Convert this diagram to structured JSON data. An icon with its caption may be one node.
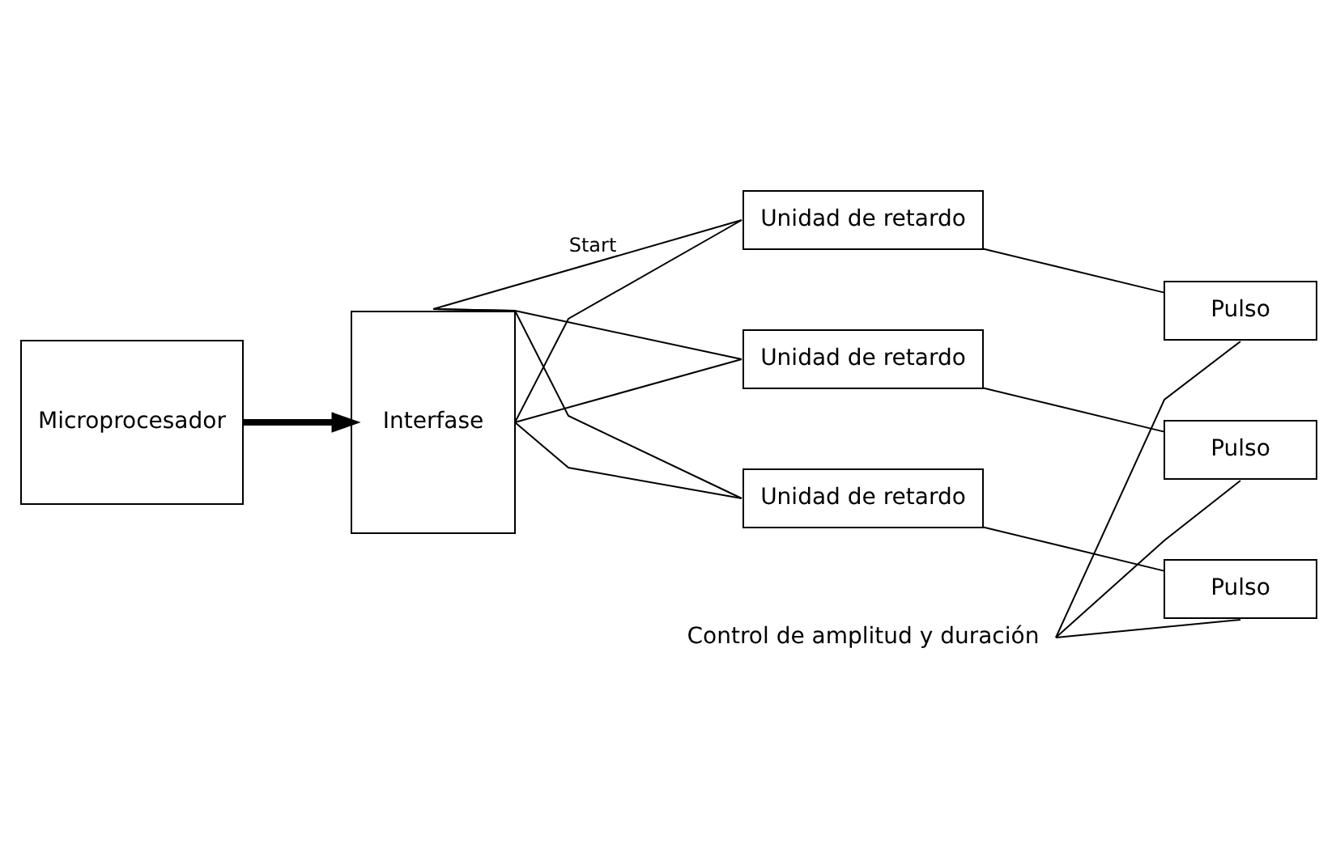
{
  "diagram": {
    "nodes": [
      {
        "text": [
          "Microprocesador"
        ]
      },
      {
        "text": [
          "Interfase"
        ]
      },
      {
        "text": [
          "Unidad de retardo"
        ]
      },
      {
        "text": [
          "Unidad de retardo"
        ]
      },
      {
        "text": [
          "Unidad de retardo"
        ]
      },
      {
        "text": [
          "Pulso"
        ]
      },
      {
        "text": [
          "Pulso"
        ]
      },
      {
        "text": [
          "Pulso"
        ]
      },
      {
        "text": [
          "Control de amplitud y duración"
        ]
      }
    ],
    "edges": [
      {
        "from": 0,
        "to": 1,
        "arrow": "to",
        "style": "thick"
      },
      {
        "from": 1,
        "to": 2,
        "arrow": "none"
      },
      {
        "from": 1,
        "to": 3,
        "arrow": "none"
      },
      {
        "from": 1,
        "to": 4,
        "arrow": "none"
      },
      {
        "from": 1,
        "to": 2,
        "arrow": "none",
        "label": "Start"
      },
      {
        "from": 1,
        "to": 3,
        "arrow": "none"
      },
      {
        "from": 1,
        "to": 4,
        "arrow": "none"
      },
      {
        "from": 2,
        "to": 5,
        "arrow": "none"
      },
      {
        "from": 3,
        "to": 6,
        "arrow": "none"
      },
      {
        "from": 4,
        "to": 7,
        "arrow": "none"
      },
      {
        "from": 8,
        "to": 5,
        "arrow": "none"
      },
      {
        "from": 8,
        "to": 6,
        "arrow": "none"
      },
      {
        "from": 8,
        "to": 7,
        "arrow": "none"
      }
    ]
  }
}
